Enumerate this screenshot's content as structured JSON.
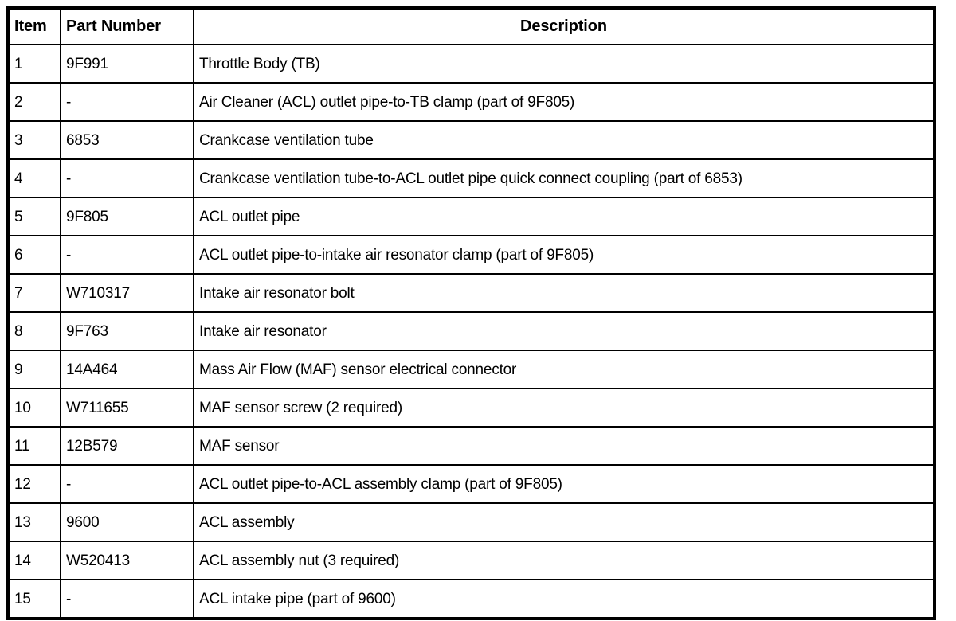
{
  "table": {
    "columns": [
      {
        "key": "item",
        "label": "Item",
        "align": "left"
      },
      {
        "key": "part_number",
        "label": "Part Number",
        "align": "left"
      },
      {
        "key": "description",
        "label": "Description",
        "align": "center"
      }
    ],
    "rows": [
      {
        "item": "1",
        "part_number": "9F991",
        "description": "Throttle Body (TB)"
      },
      {
        "item": "2",
        "part_number": "-",
        "description": "Air Cleaner (ACL) outlet pipe-to-TB clamp (part of 9F805)"
      },
      {
        "item": "3",
        "part_number": "6853",
        "description": "Crankcase ventilation tube"
      },
      {
        "item": "4",
        "part_number": "-",
        "description": "Crankcase ventilation tube-to-ACL outlet pipe quick connect coupling (part of 6853)"
      },
      {
        "item": "5",
        "part_number": "9F805",
        "description": "ACL outlet pipe"
      },
      {
        "item": "6",
        "part_number": "-",
        "description": "ACL outlet pipe-to-intake air resonator clamp (part of 9F805)"
      },
      {
        "item": "7",
        "part_number": "W710317",
        "description": "Intake air resonator bolt"
      },
      {
        "item": "8",
        "part_number": "9F763",
        "description": "Intake air resonator"
      },
      {
        "item": "9",
        "part_number": "14A464",
        "description": "Mass Air Flow (MAF) sensor electrical connector"
      },
      {
        "item": "10",
        "part_number": "W711655",
        "description": "MAF sensor screw (2 required)"
      },
      {
        "item": "11",
        "part_number": "12B579",
        "description": "MAF sensor"
      },
      {
        "item": "12",
        "part_number": "-",
        "description": "ACL outlet pipe-to-ACL assembly clamp (part of 9F805)"
      },
      {
        "item": "13",
        "part_number": "9600",
        "description": "ACL assembly"
      },
      {
        "item": "14",
        "part_number": "W520413",
        "description": "ACL assembly nut (3 required)"
      },
      {
        "item": "15",
        "part_number": "-",
        "description": "ACL intake pipe (part of 9600)"
      }
    ]
  },
  "style": {
    "border_color": "#000000",
    "text_color": "#000000",
    "background": "#ffffff"
  }
}
